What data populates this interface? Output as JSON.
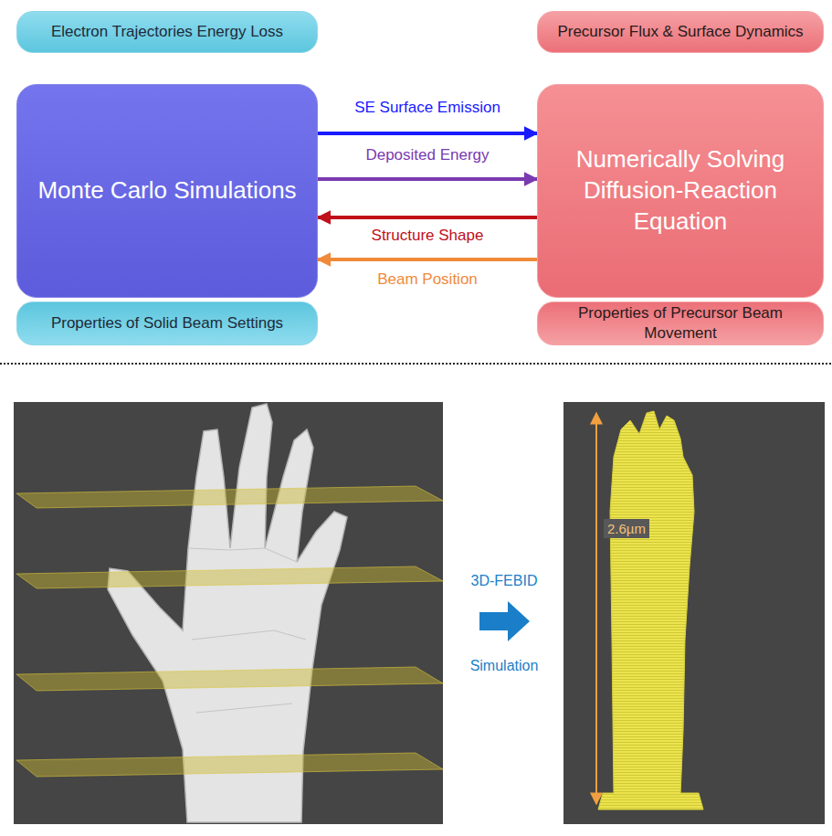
{
  "diagram": {
    "nodes": [
      {
        "text": [
          "Electron Trajectories Energy Loss"
        ]
      },
      {
        "text": [
          "Precursor Flux & Surface Dynamics"
        ]
      },
      {
        "text": [
          "Monte Carlo Simulations"
        ]
      },
      {
        "text": [
          "Numerically Solving Diffusion-Reaction Equation"
        ]
      },
      {
        "text": [
          "Properties of Solid Beam Settings"
        ]
      },
      {
        "text": [
          "Properties of Precursor Beam Movement"
        ]
      }
    ],
    "edges": [
      {
        "from": 2,
        "to": 3,
        "label": "SE Surface Emission",
        "arrow": "to"
      },
      {
        "from": 2,
        "to": 3,
        "label": "Deposited Energy",
        "arrow": "to"
      },
      {
        "from": 3,
        "to": 2,
        "label": "Structure Shape",
        "arrow": "to"
      },
      {
        "from": 3,
        "to": 2,
        "label": "Beam Position",
        "arrow": "to"
      }
    ],
    "labels": [
      "2.6µm",
      "3D-FEBID",
      "Simulation"
    ]
  }
}
